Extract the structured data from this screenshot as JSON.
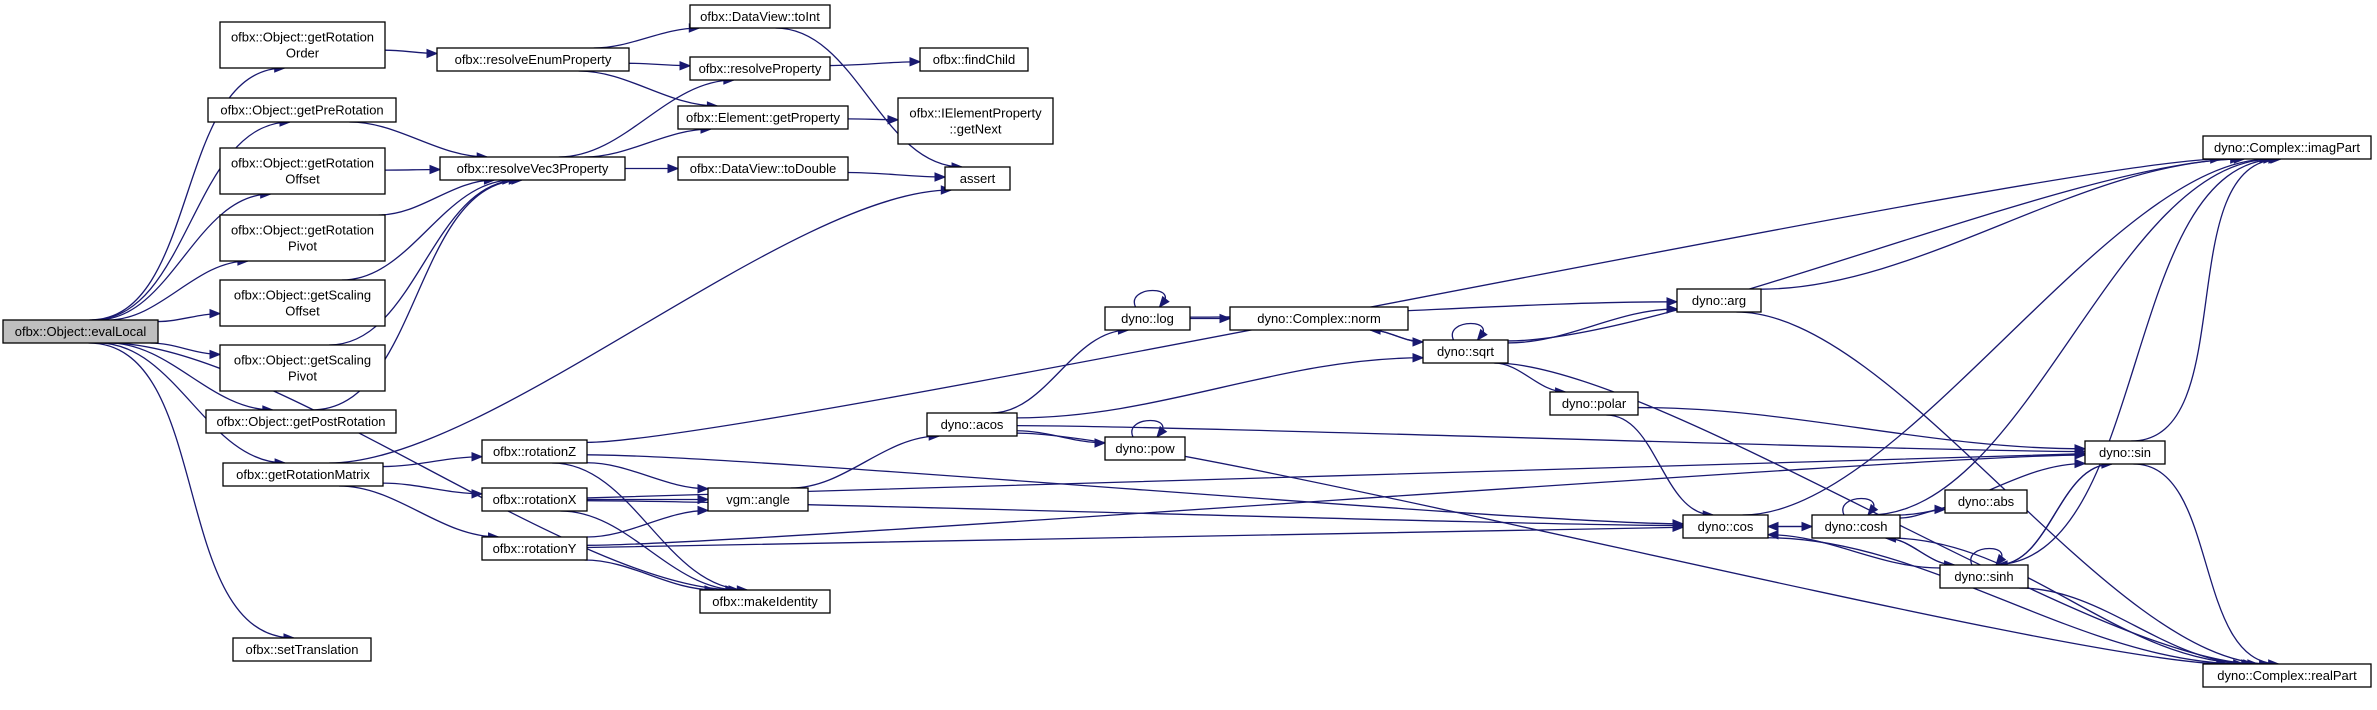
{
  "nodes": [
    {
      "id": "evalLocal",
      "lines": [
        "ofbx::Object::evalLocal"
      ]
    },
    {
      "id": "getRotationOrder",
      "lines": [
        "ofbx::Object::getRotation",
        "Order"
      ]
    },
    {
      "id": "getPreRotation",
      "lines": [
        "ofbx::Object::getPreRotation"
      ]
    },
    {
      "id": "getRotationOffset",
      "lines": [
        "ofbx::Object::getRotation",
        "Offset"
      ]
    },
    {
      "id": "getRotationPivot",
      "lines": [
        "ofbx::Object::getRotation",
        "Pivot"
      ]
    },
    {
      "id": "getScalingOffset",
      "lines": [
        "ofbx::Object::getScaling",
        "Offset"
      ]
    },
    {
      "id": "getScalingPivot",
      "lines": [
        "ofbx::Object::getScaling",
        "Pivot"
      ]
    },
    {
      "id": "getPostRotation",
      "lines": [
        "ofbx::Object::getPostRotation"
      ]
    },
    {
      "id": "getRotationMatrix",
      "lines": [
        "ofbx::getRotationMatrix"
      ]
    },
    {
      "id": "setTranslation",
      "lines": [
        "ofbx::setTranslation"
      ]
    },
    {
      "id": "resolveEnumProperty",
      "lines": [
        "ofbx::resolveEnumProperty"
      ]
    },
    {
      "id": "resolveVec3Property",
      "lines": [
        "ofbx::resolveVec3Property"
      ]
    },
    {
      "id": "rotationZ",
      "lines": [
        "ofbx::rotationZ"
      ]
    },
    {
      "id": "rotationX",
      "lines": [
        "ofbx::rotationX"
      ]
    },
    {
      "id": "rotationY",
      "lines": [
        "ofbx::rotationY"
      ]
    },
    {
      "id": "toInt",
      "lines": [
        "ofbx::DataView::toInt"
      ]
    },
    {
      "id": "resolveProperty",
      "lines": [
        "ofbx::resolveProperty"
      ]
    },
    {
      "id": "getProperty",
      "lines": [
        "ofbx::Element::getProperty"
      ]
    },
    {
      "id": "toDouble",
      "lines": [
        "ofbx::DataView::toDouble"
      ]
    },
    {
      "id": "angle",
      "lines": [
        "vgm::angle"
      ]
    },
    {
      "id": "makeIdentity",
      "lines": [
        "ofbx::makeIdentity"
      ]
    },
    {
      "id": "findChild",
      "lines": [
        "ofbx::findChild"
      ]
    },
    {
      "id": "getNext",
      "lines": [
        "ofbx::IElementProperty",
        "::getNext"
      ]
    },
    {
      "id": "assert",
      "lines": [
        "assert"
      ]
    },
    {
      "id": "acos",
      "lines": [
        "dyno::acos"
      ]
    },
    {
      "id": "log",
      "lines": [
        "dyno::log"
      ]
    },
    {
      "id": "pow",
      "lines": [
        "dyno::pow"
      ]
    },
    {
      "id": "norm",
      "lines": [
        "dyno::Complex::norm"
      ]
    },
    {
      "id": "sqrt",
      "lines": [
        "dyno::sqrt"
      ]
    },
    {
      "id": "polar",
      "lines": [
        "dyno::polar"
      ]
    },
    {
      "id": "arg",
      "lines": [
        "dyno::arg"
      ]
    },
    {
      "id": "cos",
      "lines": [
        "dyno::cos"
      ]
    },
    {
      "id": "cosh",
      "lines": [
        "dyno::cosh"
      ]
    },
    {
      "id": "abs",
      "lines": [
        "dyno::abs"
      ]
    },
    {
      "id": "sinh",
      "lines": [
        "dyno::sinh"
      ]
    },
    {
      "id": "sin",
      "lines": [
        "dyno::sin"
      ]
    },
    {
      "id": "imagPart",
      "lines": [
        "dyno::Complex::imagPart"
      ]
    },
    {
      "id": "realPart",
      "lines": [
        "dyno::Complex::realPart"
      ]
    }
  ],
  "edges": [
    [
      "evalLocal",
      "getRotationOrder"
    ],
    [
      "evalLocal",
      "getPreRotation"
    ],
    [
      "evalLocal",
      "getRotationOffset"
    ],
    [
      "evalLocal",
      "getRotationPivot"
    ],
    [
      "evalLocal",
      "getScalingOffset"
    ],
    [
      "evalLocal",
      "getScalingPivot"
    ],
    [
      "evalLocal",
      "getPostRotation"
    ],
    [
      "evalLocal",
      "getRotationMatrix"
    ],
    [
      "evalLocal",
      "setTranslation"
    ],
    [
      "evalLocal",
      "makeIdentity"
    ],
    [
      "getRotationOrder",
      "resolveEnumProperty"
    ],
    [
      "resolveEnumProperty",
      "toInt"
    ],
    [
      "resolveEnumProperty",
      "resolveProperty"
    ],
    [
      "resolveEnumProperty",
      "getProperty"
    ],
    [
      "getPreRotation",
      "resolveVec3Property"
    ],
    [
      "getRotationOffset",
      "resolveVec3Property"
    ],
    [
      "getRotationPivot",
      "resolveVec3Property"
    ],
    [
      "getScalingOffset",
      "resolveVec3Property"
    ],
    [
      "getScalingPivot",
      "resolveVec3Property"
    ],
    [
      "getPostRotation",
      "resolveVec3Property"
    ],
    [
      "resolveVec3Property",
      "resolveProperty"
    ],
    [
      "resolveVec3Property",
      "getProperty"
    ],
    [
      "resolveVec3Property",
      "toDouble"
    ],
    [
      "resolveProperty",
      "findChild"
    ],
    [
      "getProperty",
      "getNext"
    ],
    [
      "toInt",
      "assert"
    ],
    [
      "toDouble",
      "assert"
    ],
    [
      "getRotationMatrix",
      "assert"
    ],
    [
      "getRotationMatrix",
      "rotationZ"
    ],
    [
      "getRotationMatrix",
      "rotationX"
    ],
    [
      "getRotationMatrix",
      "rotationY"
    ],
    [
      "rotationZ",
      "angle"
    ],
    [
      "rotationZ",
      "makeIdentity"
    ],
    [
      "rotationZ",
      "imagPart"
    ],
    [
      "rotationZ",
      "cos"
    ],
    [
      "rotationX",
      "angle"
    ],
    [
      "rotationX",
      "makeIdentity"
    ],
    [
      "rotationX",
      "sin"
    ],
    [
      "rotationX",
      "cos"
    ],
    [
      "rotationY",
      "angle"
    ],
    [
      "rotationY",
      "makeIdentity"
    ],
    [
      "rotationY",
      "cos"
    ],
    [
      "rotationY",
      "sin"
    ],
    [
      "angle",
      "acos"
    ],
    [
      "acos",
      "log"
    ],
    [
      "acos",
      "pow"
    ],
    [
      "acos",
      "sqrt"
    ],
    [
      "acos",
      "sin"
    ],
    [
      "acos",
      "realPart"
    ],
    [
      "log",
      "log"
    ],
    [
      "log",
      "norm"
    ],
    [
      "log",
      "arg"
    ],
    [
      "pow",
      "pow"
    ],
    [
      "norm",
      "sqrt"
    ],
    [
      "sqrt",
      "sqrt"
    ],
    [
      "sqrt",
      "norm"
    ],
    [
      "sqrt",
      "arg"
    ],
    [
      "sqrt",
      "polar"
    ],
    [
      "sqrt",
      "imagPart"
    ],
    [
      "sqrt",
      "realPart"
    ],
    [
      "arg",
      "imagPart"
    ],
    [
      "arg",
      "realPart"
    ],
    [
      "polar",
      "cos"
    ],
    [
      "polar",
      "sin"
    ],
    [
      "cos",
      "imagPart"
    ],
    [
      "cos",
      "realPart"
    ],
    [
      "cos",
      "cosh"
    ],
    [
      "cosh",
      "cosh"
    ],
    [
      "cosh",
      "cos"
    ],
    [
      "cosh",
      "abs"
    ],
    [
      "cosh",
      "sinh"
    ],
    [
      "cosh",
      "sin"
    ],
    [
      "cosh",
      "imagPart"
    ],
    [
      "cosh",
      "realPart"
    ],
    [
      "sinh",
      "sinh"
    ],
    [
      "sinh",
      "cosh"
    ],
    [
      "sinh",
      "sin"
    ],
    [
      "sinh",
      "imagPart"
    ],
    [
      "sinh",
      "realPart"
    ],
    [
      "sinh",
      "cos"
    ],
    [
      "sin",
      "imagPart"
    ],
    [
      "sin",
      "realPart"
    ],
    [
      "sin",
      "sinh"
    ]
  ]
}
